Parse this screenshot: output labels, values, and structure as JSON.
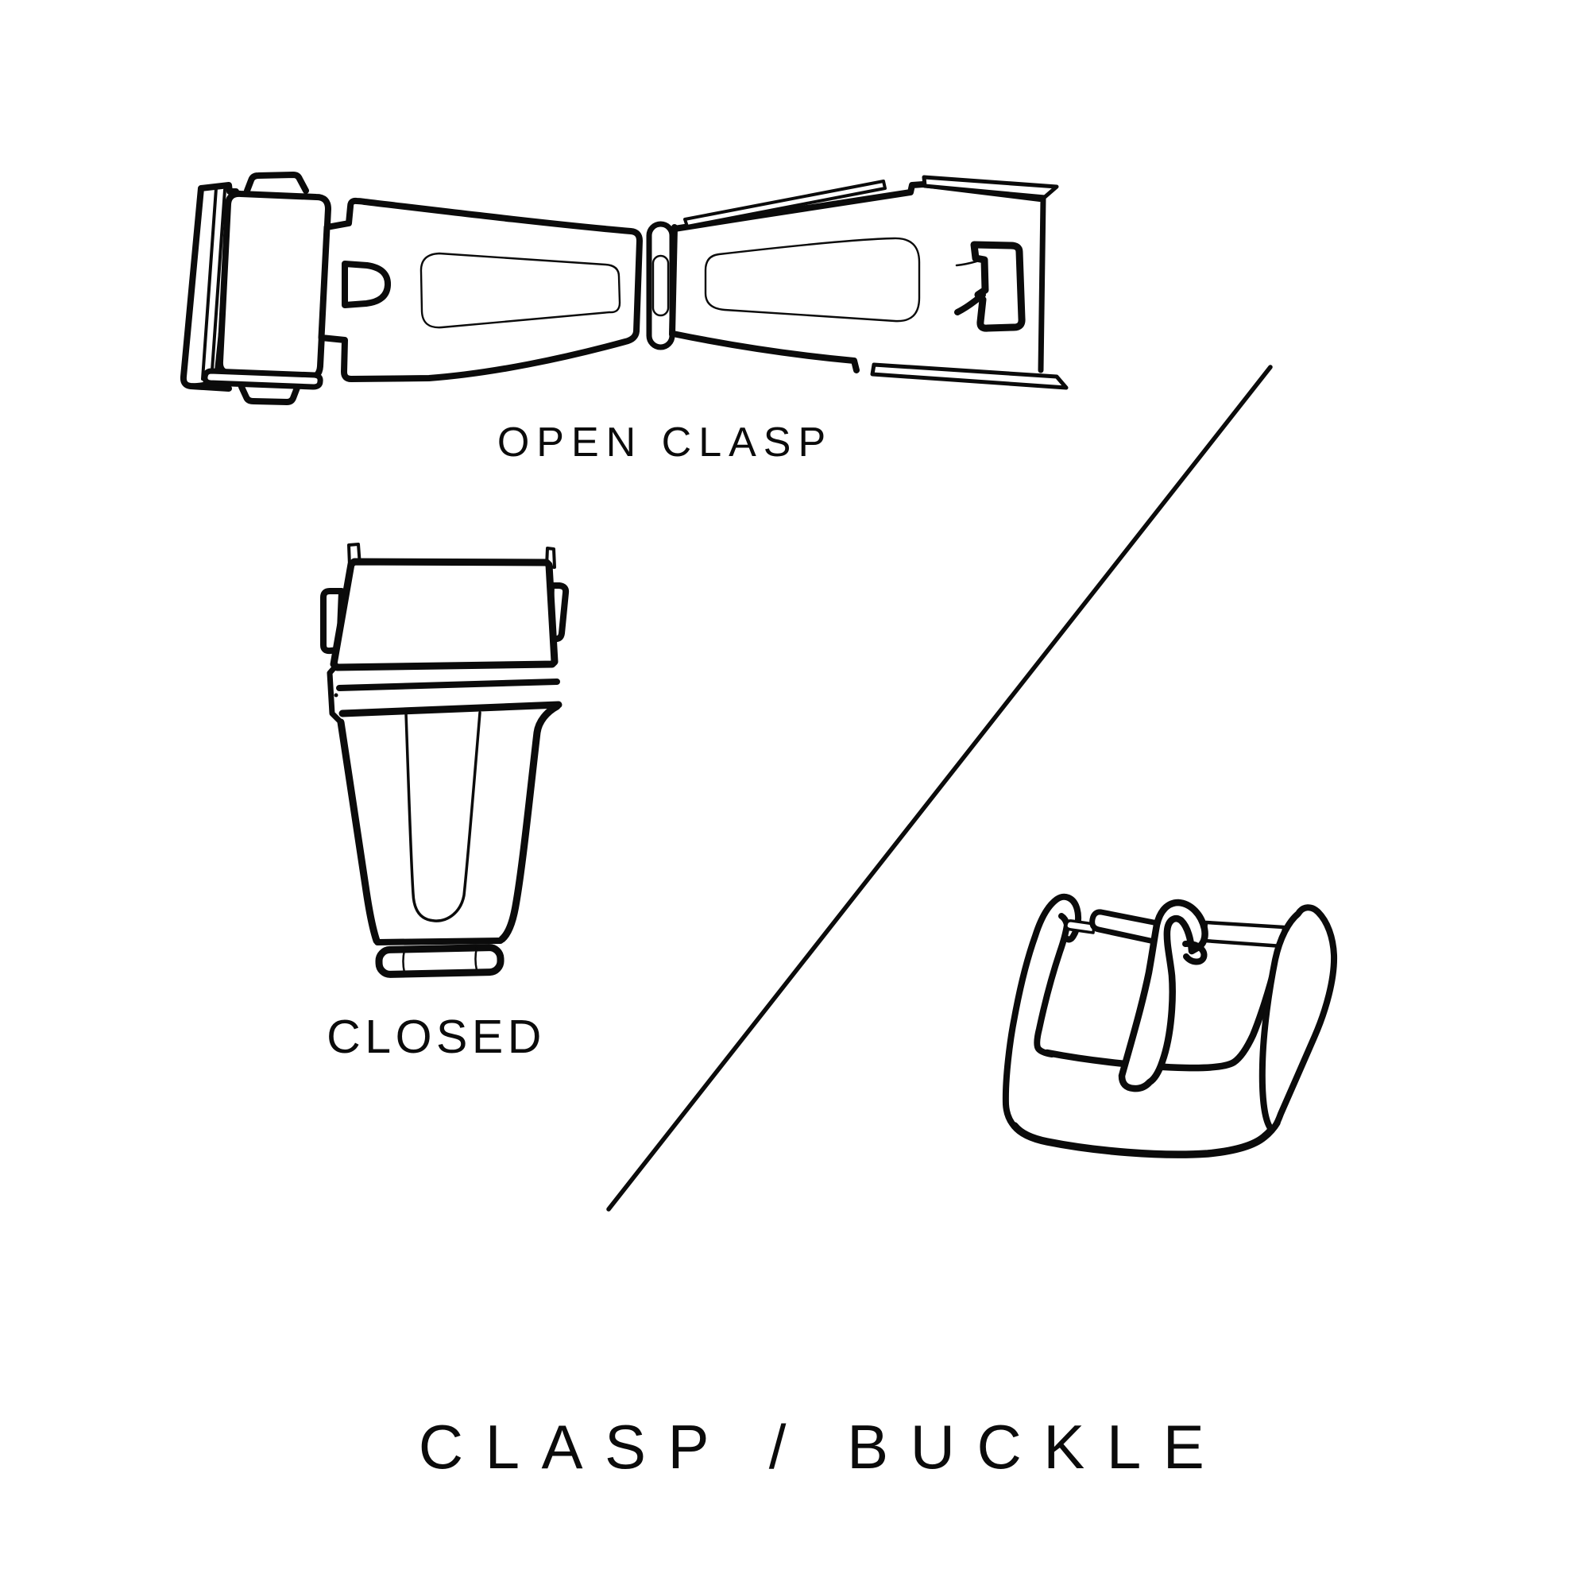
{
  "page": {
    "background_color": "#ffffff",
    "line_color": "#0b0b0b"
  },
  "title": "CLASP / BUCKLE",
  "figures": {
    "open_clasp": {
      "label": "OPEN CLASP"
    },
    "closed_clasp": {
      "label": "CLOSED"
    },
    "buckle": {}
  }
}
